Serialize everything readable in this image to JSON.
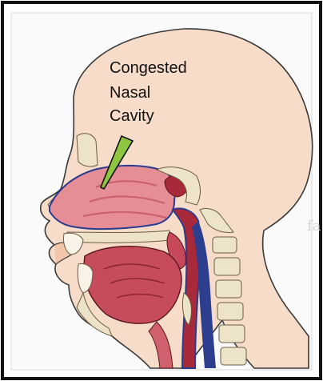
{
  "label": {
    "lines": [
      "Congested",
      "Nasal",
      "Cavity"
    ],
    "pointer_color": "#8fc63f"
  },
  "watermark": {
    "text": "fa"
  },
  "colors": {
    "skin": "#f7ddc9",
    "nasal_cavity": "#e58e95",
    "tissue_dark": "#a8293a",
    "bone": "#ede3c8",
    "spine_blue": "#2e3e8e"
  }
}
